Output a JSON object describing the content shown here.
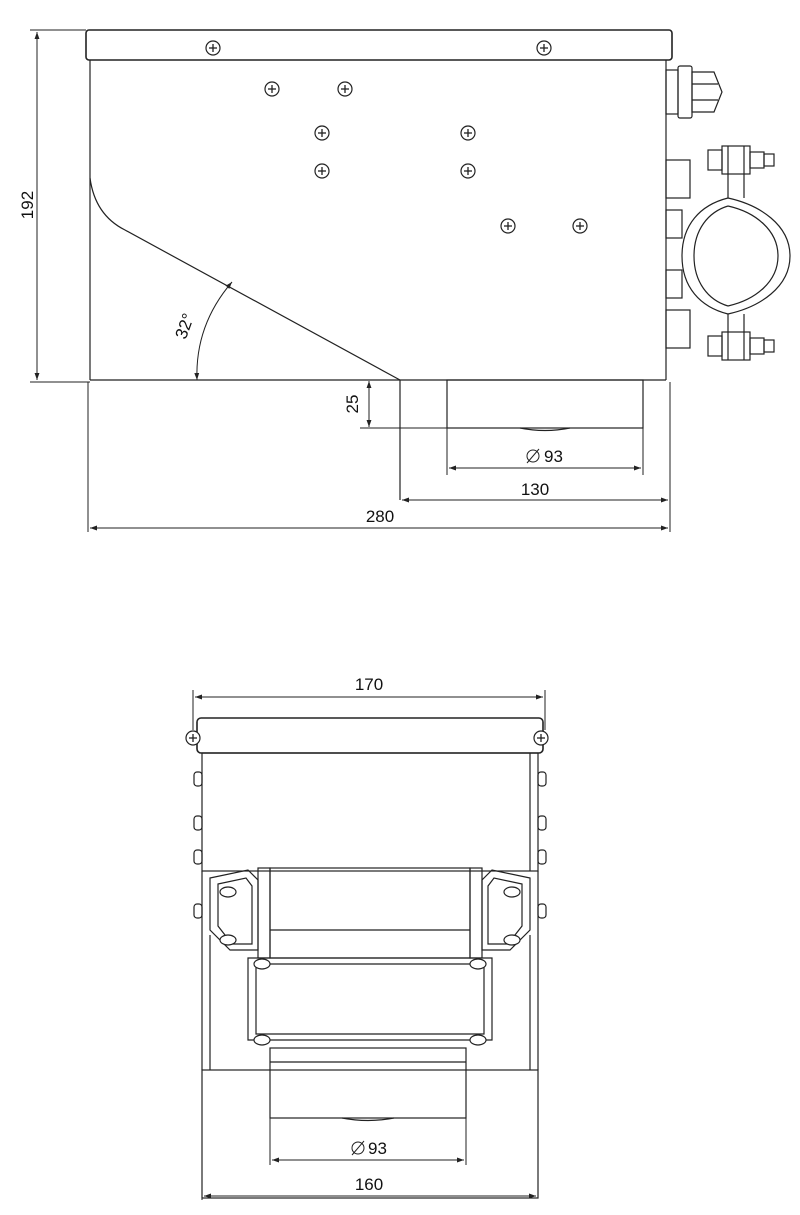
{
  "side_view": {
    "dims": {
      "height": "192",
      "angle": "32°",
      "depth": "25",
      "diameter": "93",
      "mount": "130",
      "length": "280"
    }
  },
  "front_view": {
    "dims": {
      "width_top": "170",
      "diameter": "93",
      "width_bottom": "160"
    }
  },
  "colors": {
    "line": "#222222",
    "background": "#ffffff"
  }
}
